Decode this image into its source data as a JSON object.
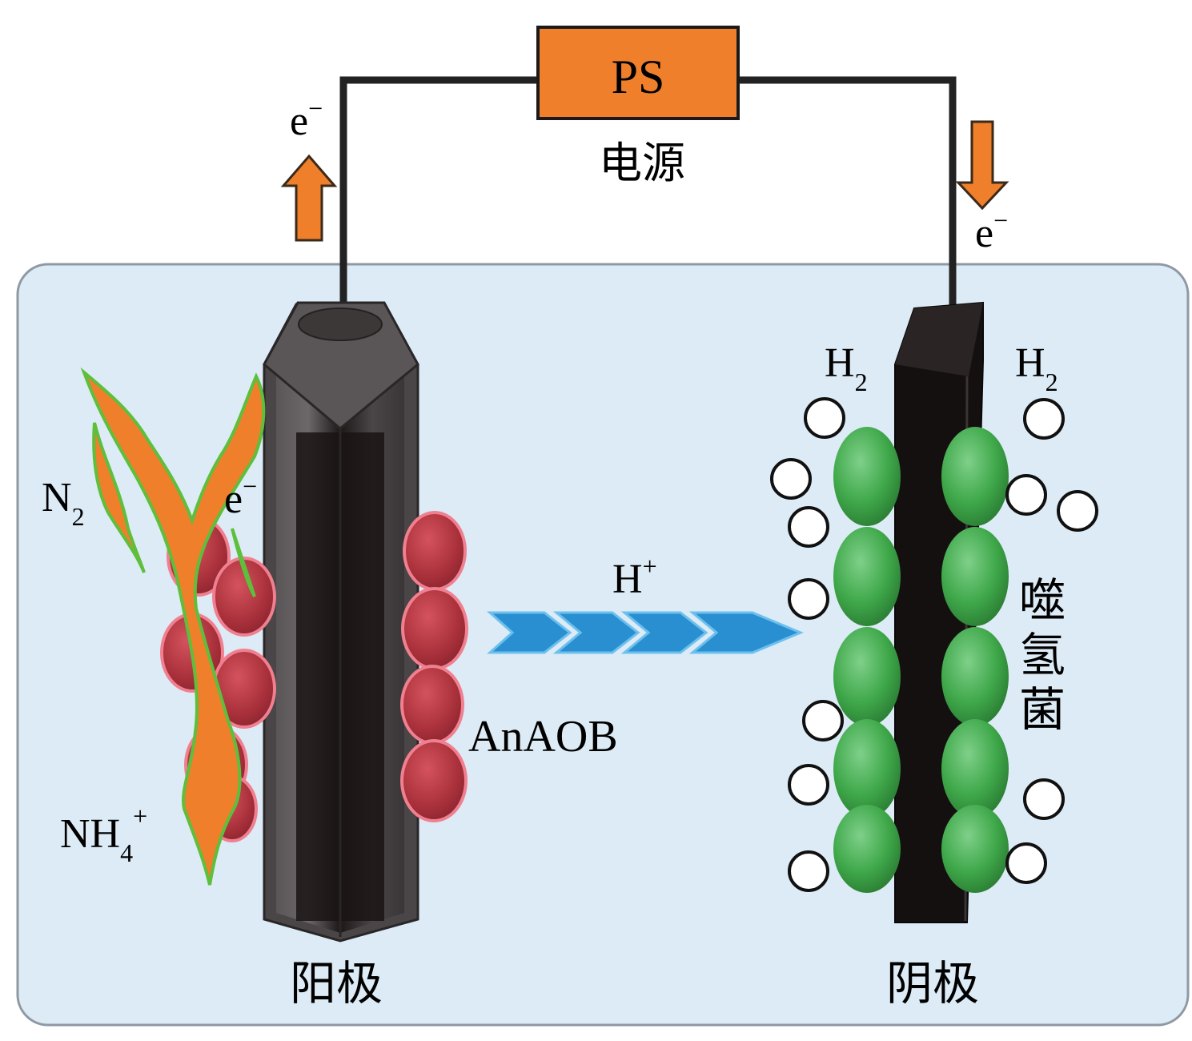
{
  "power_source": {
    "label": "PS",
    "caption": "电源"
  },
  "electron_left": "e",
  "electron_right": "e",
  "electron_superscript": "−",
  "proton": {
    "base": "H",
    "sup": "+"
  },
  "anode": {
    "label": "阳极",
    "bacteria": "AnAOB"
  },
  "cathode": {
    "label": "阴极",
    "bacteria": "噬氢菌"
  },
  "gas_left": {
    "base": "N",
    "sub": "2"
  },
  "ammonium": {
    "base": "NH",
    "sub": "4",
    "sup": "+"
  },
  "anode_electron": "e",
  "hydrogen_left": {
    "base": "H",
    "sub": "2"
  },
  "hydrogen_right": {
    "base": "H",
    "sub": "2"
  },
  "colors": {
    "tank": "#dcebf5",
    "power_box": "#f07f2b",
    "anaob": "#b5343f",
    "hydrogenotroph": "#3fa84a",
    "proton_arrow": "#2a8fd0",
    "electrode": "#1a1414"
  }
}
